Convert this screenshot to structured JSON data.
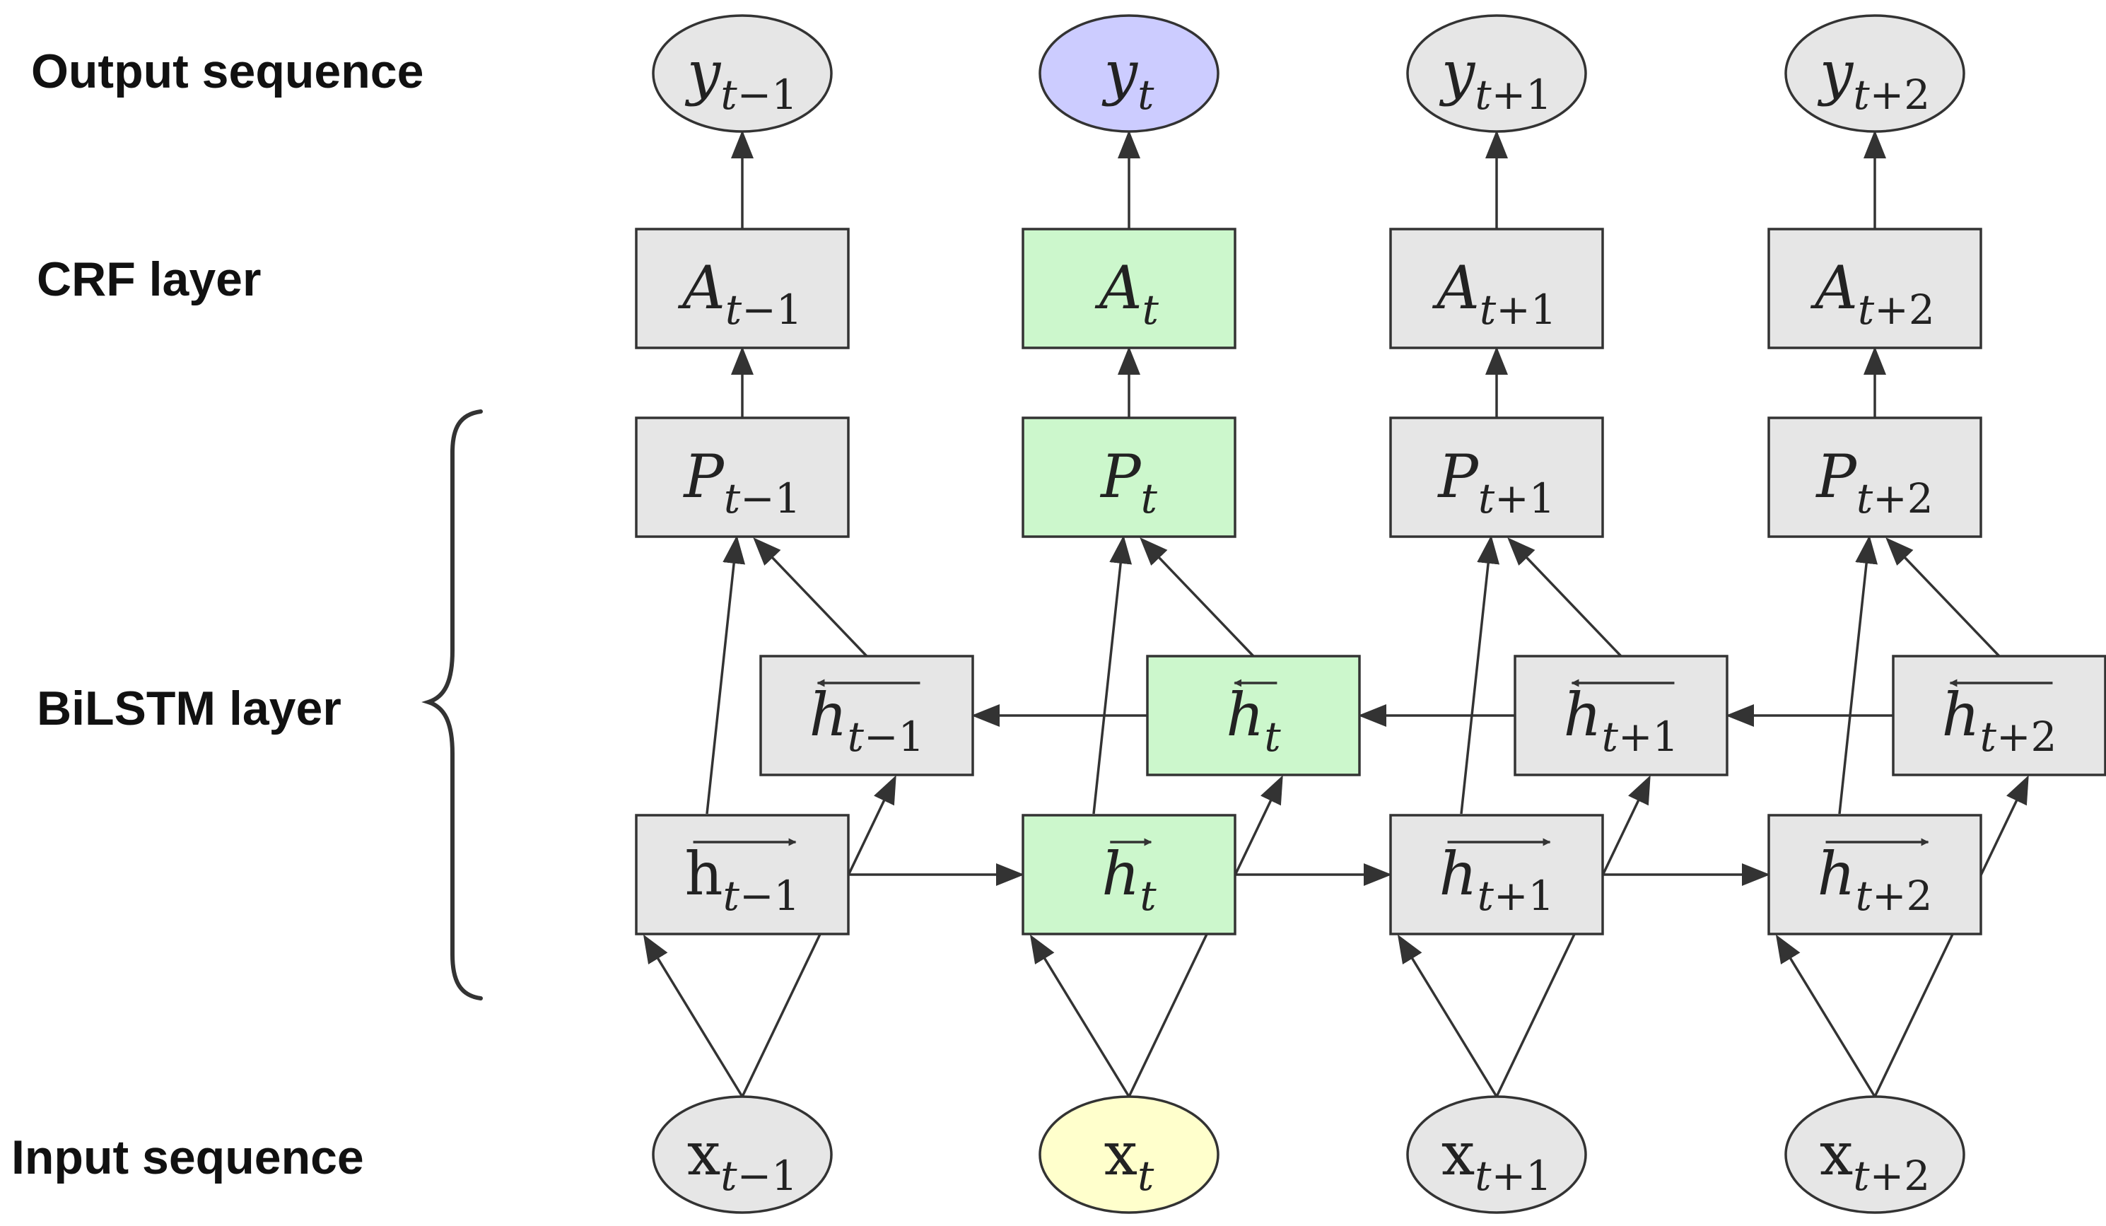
{
  "colors": {
    "default_fill": "#e6e6e6",
    "highlight_green": "#ccf7cc",
    "highlight_blue": "#ccccff",
    "highlight_yellow": "#ffffcc",
    "stroke": "#333333"
  },
  "layers": {
    "output": {
      "label": "Output sequence"
    },
    "crf": {
      "label": "CRF layer"
    },
    "bilstm": {
      "label": "BiLSTM layer"
    },
    "input": {
      "label": "Input sequence"
    }
  },
  "nodes": {
    "y": [
      {
        "base": "y",
        "sub": "t−1",
        "fill": "default"
      },
      {
        "base": "y",
        "sub": "t",
        "fill": "blue"
      },
      {
        "base": "y",
        "sub": "t+1",
        "fill": "default"
      },
      {
        "base": "y",
        "sub": "t+2",
        "fill": "default"
      }
    ],
    "a": [
      {
        "base": "A",
        "sub": "t−1",
        "fill": "default"
      },
      {
        "base": "A",
        "sub": "t",
        "fill": "green"
      },
      {
        "base": "A",
        "sub": "t+1",
        "fill": "default"
      },
      {
        "base": "A",
        "sub": "t+2",
        "fill": "default"
      }
    ],
    "p": [
      {
        "base": "P",
        "sub": "t−1",
        "fill": "default"
      },
      {
        "base": "P",
        "sub": "t",
        "fill": "green"
      },
      {
        "base": "P",
        "sub": "t+1",
        "fill": "default"
      },
      {
        "base": "P",
        "sub": "t+2",
        "fill": "default"
      }
    ],
    "hb": [
      {
        "base": "h",
        "sub": "t−1",
        "fill": "default",
        "upright": false
      },
      {
        "base": "h",
        "sub": "t",
        "fill": "green",
        "upright": false
      },
      {
        "base": "h",
        "sub": "t+1",
        "fill": "default",
        "upright": false
      },
      {
        "base": "h",
        "sub": "t+2",
        "fill": "default",
        "upright": false
      }
    ],
    "hf": [
      {
        "base": "h",
        "sub": "t−1",
        "fill": "default",
        "upright": true
      },
      {
        "base": "h",
        "sub": "t",
        "fill": "green",
        "upright": false
      },
      {
        "base": "h",
        "sub": "t+1",
        "fill": "default",
        "upright": false
      },
      {
        "base": "h",
        "sub": "t+2",
        "fill": "default",
        "upright": false
      }
    ],
    "x": [
      {
        "base": "x",
        "sub": "t−1",
        "fill": "default"
      },
      {
        "base": "x",
        "sub": "t",
        "fill": "yellow"
      },
      {
        "base": "x",
        "sub": "t+1",
        "fill": "default"
      },
      {
        "base": "x",
        "sub": "t+2",
        "fill": "default"
      }
    ]
  }
}
